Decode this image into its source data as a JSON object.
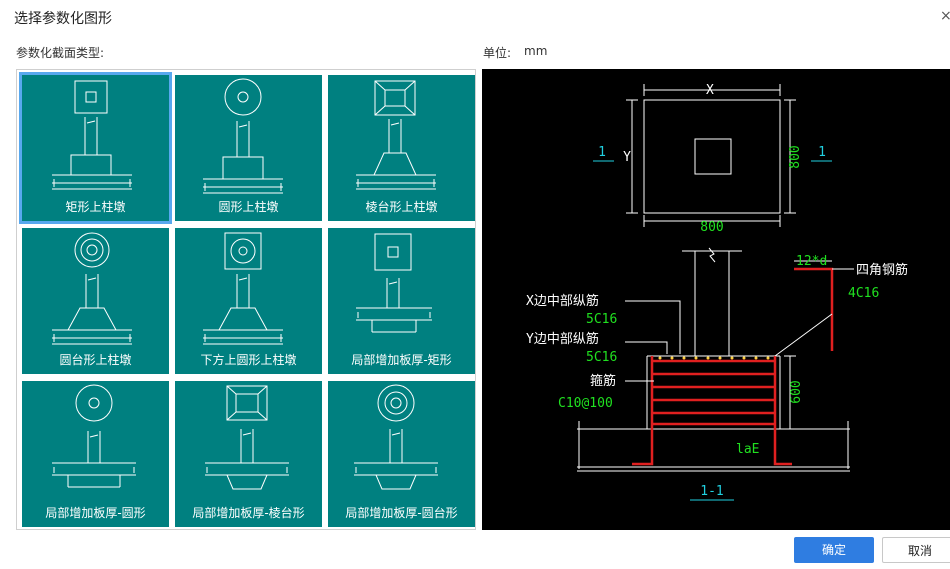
{
  "dialog": {
    "title": "选择参数化图形",
    "close_icon": "close-icon"
  },
  "section_label": "参数化截面类型:",
  "unit": {
    "label": "单位:",
    "value": "mm"
  },
  "tiles": [
    {
      "label": "矩形上柱墩",
      "selected": true
    },
    {
      "label": "圆形上柱墩",
      "selected": false
    },
    {
      "label": "棱台形上柱墩",
      "selected": false
    },
    {
      "label": "圆台形上柱墩",
      "selected": false
    },
    {
      "label": "下方上圆形上柱墩",
      "selected": false
    },
    {
      "label": "局部增加板厚-矩形",
      "selected": false
    },
    {
      "label": "局部增加板厚-圆形",
      "selected": false
    },
    {
      "label": "局部增加板厚-棱台形",
      "selected": false
    },
    {
      "label": "局部增加板厚-圆台形",
      "selected": false
    }
  ],
  "preview": {
    "x_label": "X",
    "y_label": "Y",
    "dim_800_right": "800",
    "dim_800_bottom": "800",
    "section_mark_left": "1",
    "section_mark_right": "1",
    "dim_12d": "12*d",
    "corner_bar_label": "四角钢筋",
    "corner_bar_spec": "4C16",
    "x_mid_bar_label": "X边中部纵筋",
    "x_mid_bar_spec": "5C16",
    "y_mid_bar_label": "Y边中部纵筋",
    "y_mid_bar_spec": "5C16",
    "stirrup_label": "箍筋",
    "stirrup_spec": "C10@100",
    "dim_600": "600",
    "lae_label": "laE",
    "section_title": "1-1"
  },
  "buttons": {
    "ok": "确定",
    "cancel": "取消"
  },
  "colors": {
    "tile_bg": "#008080",
    "selected_border": "#58a8ee",
    "primary_button": "#2f7de1",
    "rebar_red": "#e02020",
    "dim_green": "#20e020",
    "mark_cyan": "#20d0e0"
  }
}
